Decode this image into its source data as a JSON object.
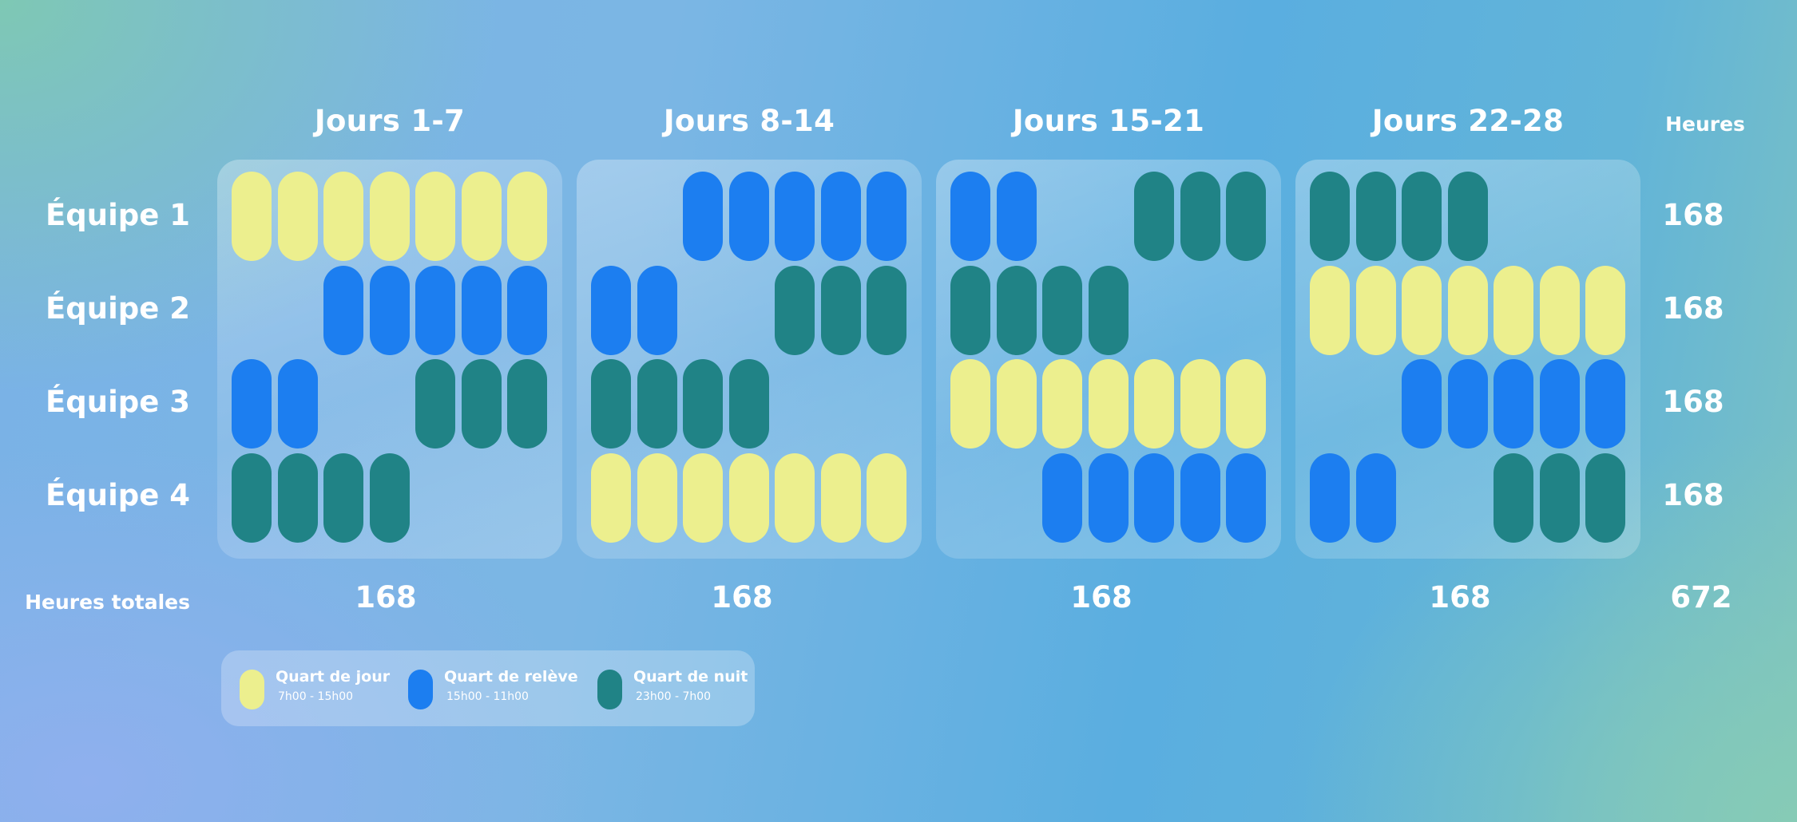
{
  "periods": [
    {
      "label": "Jours 1-7",
      "total": "168"
    },
    {
      "label": "Jours 8-14",
      "total": "168"
    },
    {
      "label": "Jours 15-21",
      "total": "168"
    },
    {
      "label": "Jours 22-28",
      "total": "168"
    }
  ],
  "hours_header": "Heures",
  "teams": [
    {
      "label": "Équipe 1",
      "hours": "168"
    },
    {
      "label": "Équipe 2",
      "hours": "168"
    },
    {
      "label": "Équipe 3",
      "hours": "168"
    },
    {
      "label": "Équipe 4",
      "hours": "168"
    }
  ],
  "total_label": "Heures totales",
  "grand_total": "672",
  "schedule": [
    [
      [
        "day",
        "day",
        "day",
        "day",
        "day",
        "day",
        "day"
      ],
      [
        "off",
        "off",
        "relief",
        "relief",
        "relief",
        "relief",
        "relief"
      ],
      [
        "relief",
        "relief",
        "off",
        "off",
        "night",
        "night",
        "night"
      ],
      [
        "night",
        "night",
        "night",
        "night",
        "off",
        "off",
        "off"
      ]
    ],
    [
      [
        "off",
        "off",
        "relief",
        "relief",
        "relief",
        "relief",
        "relief"
      ],
      [
        "relief",
        "relief",
        "off",
        "off",
        "night",
        "night",
        "night"
      ],
      [
        "night",
        "night",
        "night",
        "night",
        "off",
        "off",
        "off"
      ],
      [
        "day",
        "day",
        "day",
        "day",
        "day",
        "day",
        "day"
      ]
    ],
    [
      [
        "relief",
        "relief",
        "off",
        "off",
        "night",
        "night",
        "night"
      ],
      [
        "night",
        "night",
        "night",
        "night",
        "off",
        "off",
        "off"
      ],
      [
        "day",
        "day",
        "day",
        "day",
        "day",
        "day",
        "day"
      ],
      [
        "off",
        "off",
        "relief",
        "relief",
        "relief",
        "relief",
        "relief"
      ]
    ],
    [
      [
        "night",
        "night",
        "night",
        "night",
        "off",
        "off",
        "off"
      ],
      [
        "day",
        "day",
        "day",
        "day",
        "day",
        "day",
        "day"
      ],
      [
        "off",
        "off",
        "relief",
        "relief",
        "relief",
        "relief",
        "relief"
      ],
      [
        "relief",
        "relief",
        "off",
        "off",
        "night",
        "night",
        "night"
      ]
    ]
  ],
  "legend": [
    {
      "key": "day",
      "name": "Quart de jour",
      "time": "7h00 - 15h00",
      "color": "#ecef8e"
    },
    {
      "key": "relief",
      "name": "Quart de relève",
      "time": "15h00 - 11h00",
      "color": "#1c7ef0"
    },
    {
      "key": "night",
      "name": "Quart de nuit",
      "time": "23h00 - 7h00",
      "color": "#208386"
    }
  ]
}
